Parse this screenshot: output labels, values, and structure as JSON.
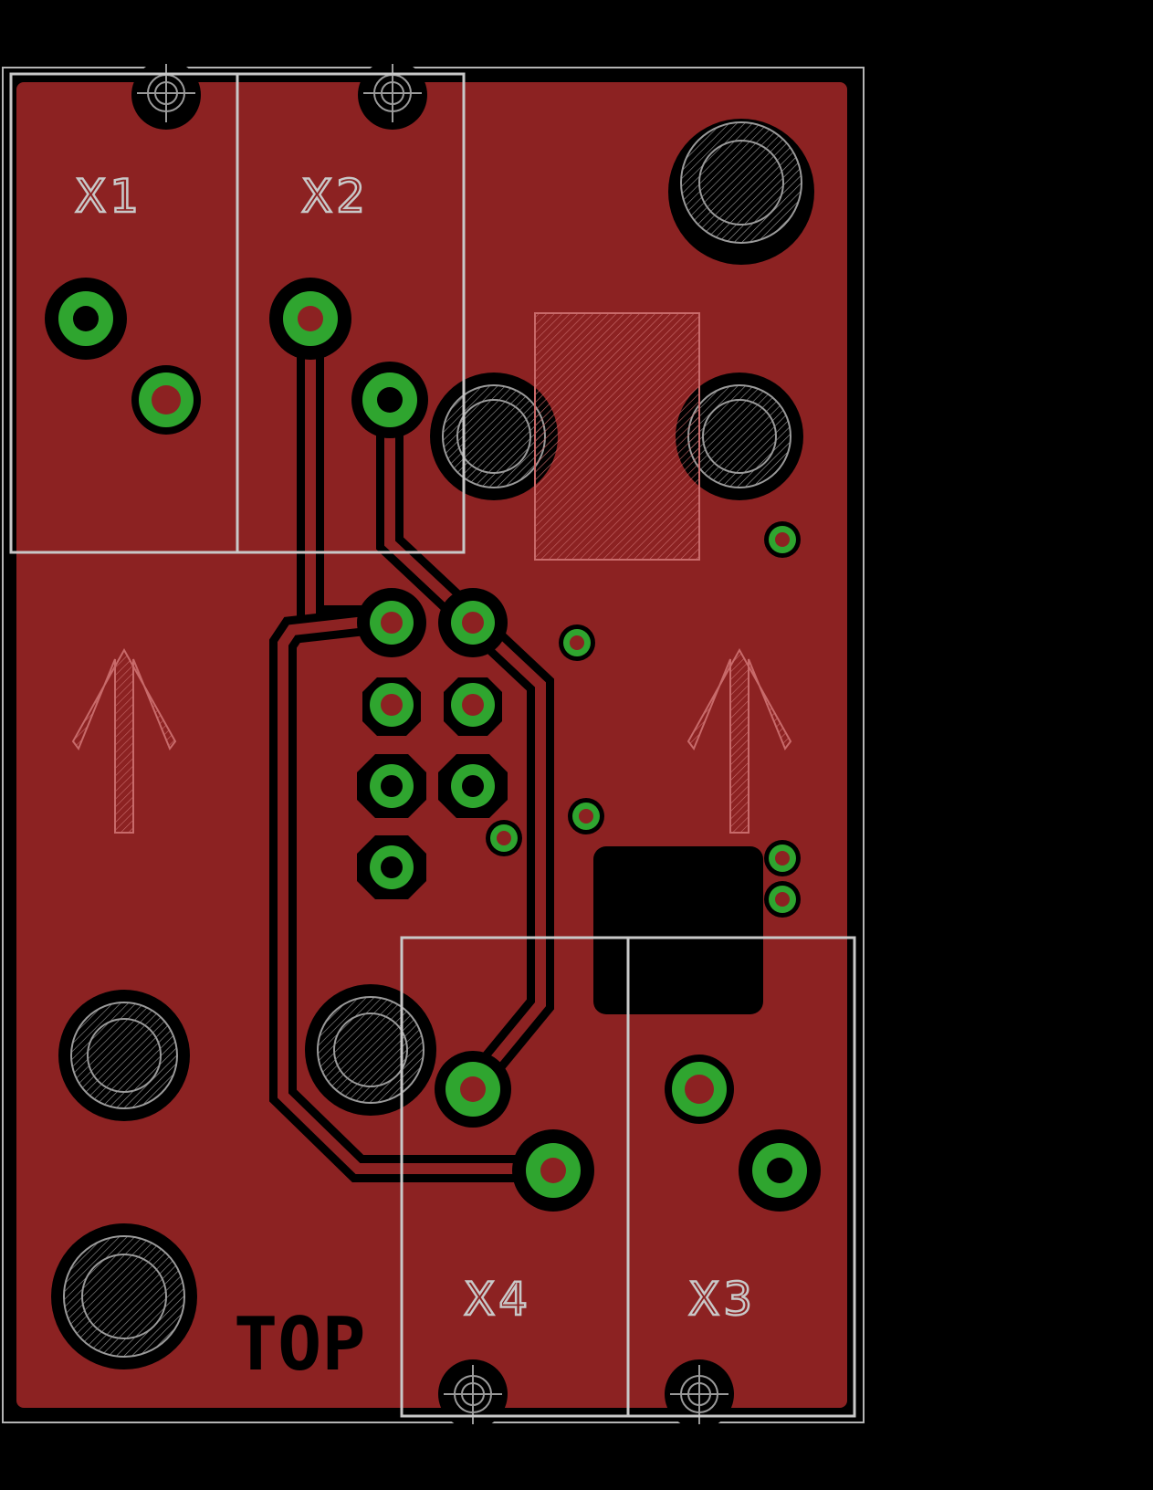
{
  "colors": {
    "background": "#000000",
    "copper_fill": "#8c2222",
    "copper_clearance": "#000000",
    "pad_ring": "#2fa52f",
    "silkscreen": "#c8c8c8",
    "outline": "#b4b4b4"
  },
  "labels": {
    "x1": "X1",
    "x2": "X2",
    "x3": "X3",
    "x4": "X4",
    "top": "TOP"
  },
  "connectors": [
    {
      "name": "X1",
      "icon": "jack-connector"
    },
    {
      "name": "X2",
      "icon": "jack-connector"
    },
    {
      "name": "X3",
      "icon": "jack-connector"
    },
    {
      "name": "X4",
      "icon": "jack-connector"
    }
  ],
  "markings": {
    "direction_arrows": [
      "arrow-up-icon",
      "arrow-up-icon"
    ],
    "header_pins": 7,
    "mounting_holes": 6
  }
}
